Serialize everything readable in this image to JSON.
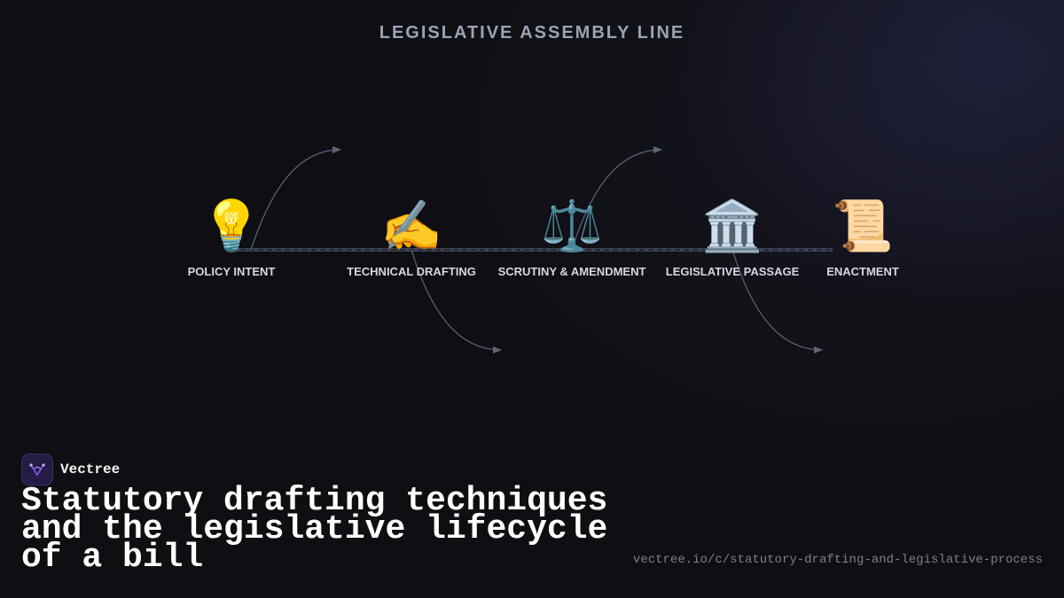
{
  "diagram": {
    "title": "LEGISLATIVE ASSEMBLY LINE",
    "steps": [
      {
        "icon": "lightbulb-icon",
        "glyph": "💡",
        "label": "POLICY INTENT"
      },
      {
        "icon": "writing-hand-icon",
        "glyph": "✍️",
        "label": "TECHNICAL DRAFTING"
      },
      {
        "icon": "balance-scale-icon",
        "glyph": "⚖️",
        "label": "SCRUTINY & AMENDMENT"
      },
      {
        "icon": "classical-building-icon",
        "glyph": "🏛️",
        "label": "LEGISLATIVE PASSAGE"
      },
      {
        "icon": "scroll-icon",
        "glyph": "📜",
        "label": "ENACTMENT"
      }
    ],
    "colors": {
      "track": "#3b4354",
      "connector": "#5c6679",
      "label": "#d4d8e2",
      "title": "#9aa3b5"
    }
  },
  "brand": {
    "name": "Vectree",
    "logo": "vectree-logo-icon"
  },
  "headline": "Statutory drafting techniques and the legislative lifecycle of a bill",
  "url": "vectree.io/c/statutory-drafting-and-legislative-process"
}
